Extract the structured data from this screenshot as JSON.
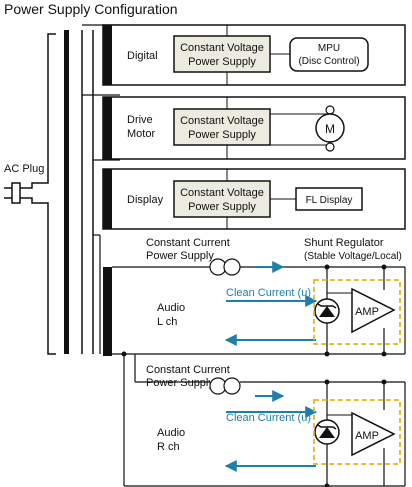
{
  "title": "Power Supply Configuration",
  "ac_plug": "AC Plug",
  "sections": {
    "digital": {
      "label": "Digital",
      "supply": [
        "Constant Voltage",
        "Power Supply"
      ],
      "load": [
        "MPU",
        "(Disc Control)"
      ]
    },
    "drive": {
      "label": [
        "Drive",
        "Motor"
      ],
      "supply": [
        "Constant Voltage",
        "Power Supply"
      ],
      "load": "M"
    },
    "display": {
      "label": "Display",
      "supply": [
        "Constant Voltage",
        "Power Supply"
      ],
      "load": "FL Display"
    }
  },
  "audio_l": {
    "cc_supply": [
      "Constant Current",
      "Power Supply"
    ],
    "shunt": [
      "Shunt Regulator",
      "(Stable Voltage/Local)"
    ],
    "label": [
      "Audio",
      "L ch"
    ],
    "clean_current": "Clean Current (u)",
    "amp": "AMP"
  },
  "audio_r": {
    "cc_supply": [
      "Constant Current",
      "Power Supply"
    ],
    "label": [
      "Audio",
      "R ch"
    ],
    "clean_current": "Clean Current (u)",
    "amp": "AMP"
  },
  "colors": {
    "box_fill": "#ecebdf",
    "clean_current": "#1f7fa8",
    "shunt_dash": "#e5b820"
  }
}
